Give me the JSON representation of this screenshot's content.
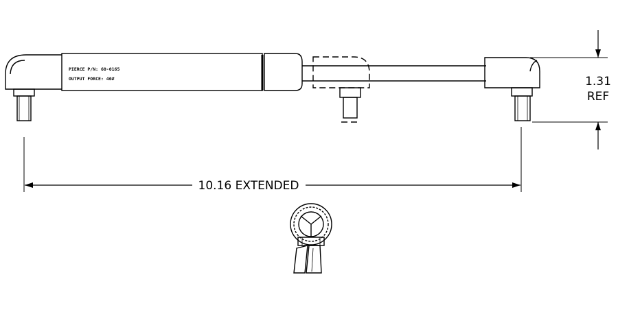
{
  "drawing": {
    "cylinder_label_line1": "PIERCE P/N: 60-0165",
    "cylinder_label_line2": "OUTPUT FORCE: 40#",
    "extended_length": "10.16 EXTENDED",
    "ref_value": "1.31",
    "ref_label": "REF"
  },
  "colors": {
    "line": "#000000",
    "background": "#ffffff"
  }
}
